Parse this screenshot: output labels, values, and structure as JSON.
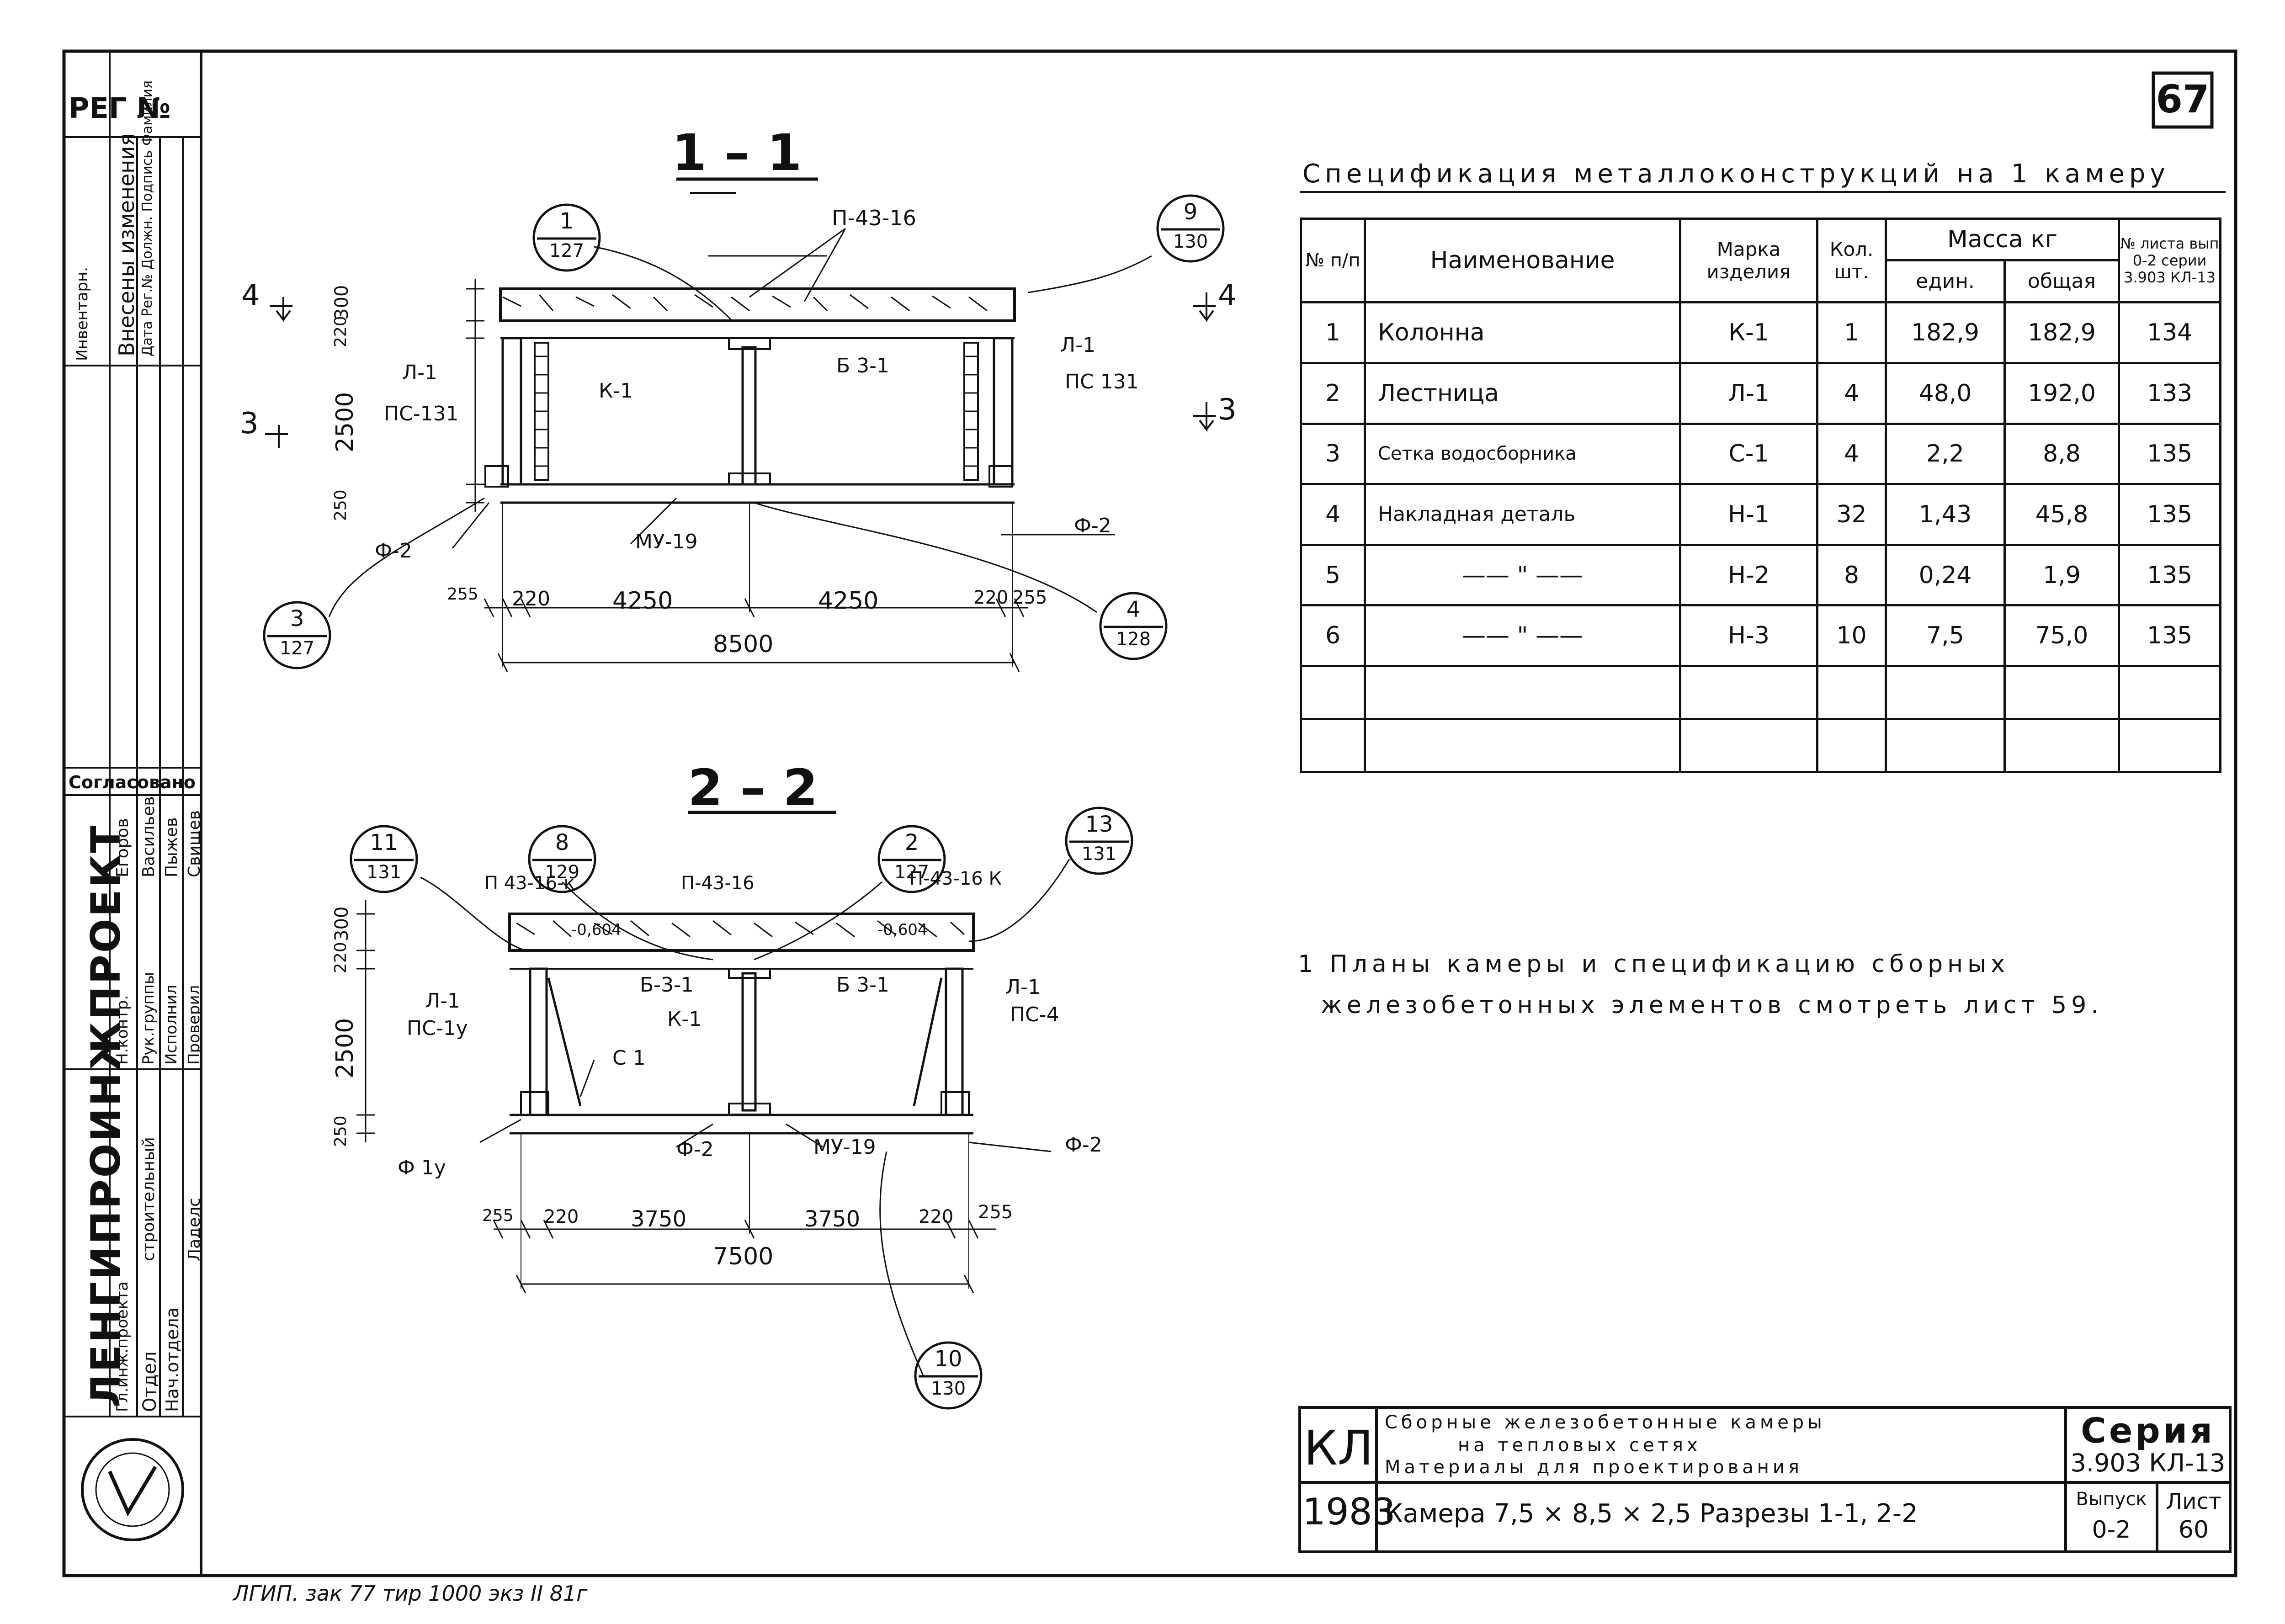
{
  "sheet": {
    "sheet_number": "67",
    "reg_label": "РЕГ №",
    "footer_stamp": "ЛГИП. зак 77 тир 1000 экз II 81г"
  },
  "section_1": {
    "title": "1 – 1",
    "overall_dim": "8500",
    "dims_bottom": [
      "255",
      "220",
      "4250",
      "4250",
      "220",
      "255"
    ],
    "dims_left": [
      "300",
      "220",
      "2500",
      "250"
    ],
    "labels": {
      "slab_top": "П-43-16",
      "ladder_left": "Л-1",
      "ladder_right": "Л-1",
      "pillar_left": "ПС-131",
      "pillar_right": "ПС 131",
      "column": "К-1",
      "beam": "Б 3-1",
      "base": "МУ-19",
      "f_left": "Ф-2",
      "f_right": "Ф-2"
    },
    "section_marks": {
      "left_top": "4",
      "left_mid": "3",
      "right_top": "4",
      "right_mid": "3"
    },
    "callouts": [
      {
        "num": "1",
        "sheet": "127"
      },
      {
        "num": "9",
        "sheet": "130"
      },
      {
        "num": "3",
        "sheet": "127"
      },
      {
        "num": "4",
        "sheet": "128"
      }
    ]
  },
  "section_2": {
    "title": "2 – 2",
    "overall_dim": "7500",
    "dims_bottom": [
      "255",
      "220",
      "3750",
      "3750",
      "220",
      "255"
    ],
    "dims_left": [
      "300",
      "220",
      "2500",
      "250"
    ],
    "labels": {
      "slab_left": "П 43-16-к",
      "slab_mid": "П-43-16",
      "slab_right": "П-43-16 К",
      "level_left": "-0,604",
      "level_right": "-0,604",
      "ladder_left": "Л-1",
      "ladder_right": "Л-1",
      "pillar_left": "ПС-1у",
      "pillar_right": "ПС-4",
      "beam_left": "Б-3-1",
      "beam_right": "Б 3-1",
      "column": "К-1",
      "grid": "С 1",
      "base": "МУ-19",
      "f_left": "Ф 1у",
      "f_mid": "Ф-2",
      "f_right": "Ф-2"
    },
    "callouts": [
      {
        "num": "11",
        "sheet": "131"
      },
      {
        "num": "8",
        "sheet": "129"
      },
      {
        "num": "2",
        "sheet": "127"
      },
      {
        "num": "13",
        "sheet": "131"
      },
      {
        "num": "10",
        "sheet": "130"
      }
    ]
  },
  "spec": {
    "title": "Спецификация металлоконструкций на 1 камеру",
    "headers": {
      "num": "№ п/п",
      "name": "Наименование",
      "mark": "Марка изделия",
      "qty": "Кол. шт.",
      "mass": "Масса кг",
      "mass_unit": "един.",
      "mass_total": "общая",
      "sheet_ref": "№ листа вып 0-2 серии 3.903 КЛ-13"
    },
    "rows": [
      {
        "num": "1",
        "name": "Колонна",
        "mark": "К-1",
        "qty": "1",
        "unit": "182,9",
        "total": "182,9",
        "sheet": "134"
      },
      {
        "num": "2",
        "name": "Лестница",
        "mark": "Л-1",
        "qty": "4",
        "unit": "48,0",
        "total": "192,0",
        "sheet": "133"
      },
      {
        "num": "3",
        "name": "Сетка водосборника",
        "mark": "С-1",
        "qty": "4",
        "unit": "2,2",
        "total": "8,8",
        "sheet": "135"
      },
      {
        "num": "4",
        "name": "Накладная деталь",
        "mark": "Н-1",
        "qty": "32",
        "unit": "1,43",
        "total": "45,8",
        "sheet": "135"
      },
      {
        "num": "5",
        "name": "—— \" ——",
        "mark": "Н-2",
        "qty": "8",
        "unit": "0,24",
        "total": "1,9",
        "sheet": "135"
      },
      {
        "num": "6",
        "name": "—— \" ——",
        "mark": "Н-3",
        "qty": "10",
        "unit": "7,5",
        "total": "75,0",
        "sheet": "135"
      }
    ]
  },
  "note": {
    "line1": "1  Планы камеры и спецификацию сборных",
    "line2": "железобетонных элементов смотреть лист 59."
  },
  "title_block": {
    "code": "КЛ",
    "year": "1983",
    "desc_line1": "Сборные железобетонные камеры",
    "desc_line2": "на тепловых сетях",
    "desc_line3": "Материалы для проектирования",
    "sheet_title": "Камера 7,5 × 8,5 × 2,5  Разрезы 1-1, 2-2",
    "series_label": "Серия",
    "series_value": "3.903 КЛ-13",
    "issue_label": "Выпуск",
    "issue_value": "0-2",
    "sheet_label": "Лист",
    "sheet_value": "60"
  },
  "side_stamp": {
    "org": "ЛЕНГИПРОИНЖПРОЕКТ",
    "changes_header": "Внесены изменения",
    "changes_cols": "Дата  Рег.№  Должн.  Подпись  Фамилия",
    "inventory": "Инвентарн.",
    "agreed": "Согласовано",
    "roles": [
      "Гл.инж.проекта",
      "Отдел",
      "Нач.отдела",
      "Н.контр.",
      "Рук.группы",
      "Исполнил",
      "Проверил"
    ],
    "names": [
      "Егоров",
      "Васильев",
      "Пыжев",
      "Свищев",
      "Ладелс"
    ],
    "dept": "строительный"
  }
}
